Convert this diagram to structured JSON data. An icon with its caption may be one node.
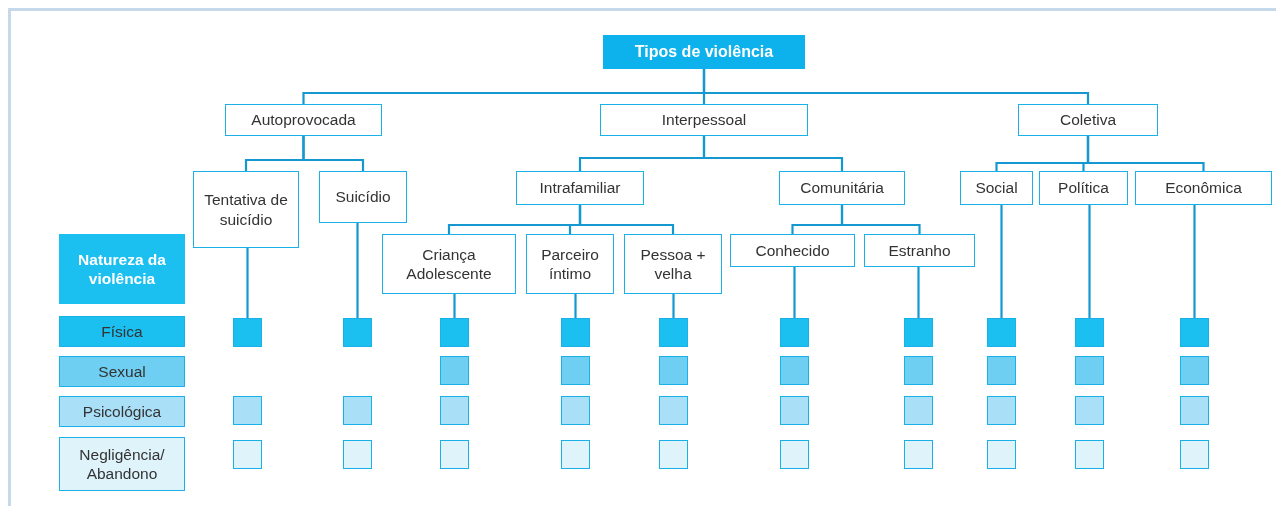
{
  "diagram": {
    "nodes": [
      {
        "text": [
          "Tipos de violência"
        ]
      },
      {
        "text": [
          "Autoprovocada"
        ]
      },
      {
        "text": [
          "Interpessoal"
        ]
      },
      {
        "text": [
          "Coletiva"
        ]
      },
      {
        "text": [
          "Tentativa de suicídio"
        ]
      },
      {
        "text": [
          "Suicídio"
        ]
      },
      {
        "text": [
          "Intrafamiliar"
        ]
      },
      {
        "text": [
          "Comunitária"
        ]
      },
      {
        "text": [
          "Social"
        ]
      },
      {
        "text": [
          "Política"
        ]
      },
      {
        "text": [
          "Econômica"
        ]
      },
      {
        "text": [
          "Criança Adolescente"
        ]
      },
      {
        "text": [
          "Parceiro íntimo"
        ]
      },
      {
        "text": [
          "Pessoa + velha"
        ]
      },
      {
        "text": [
          "Conhecido"
        ]
      },
      {
        "text": [
          "Estranho"
        ]
      },
      {
        "text": [
          "Natureza da violência"
        ]
      },
      {
        "text": [
          "Física"
        ]
      },
      {
        "text": [
          "Sexual"
        ]
      },
      {
        "text": [
          "Psicológica"
        ]
      },
      {
        "text": [
          "Negligência/ Abandono"
        ]
      },
      {
        "text": [],
        "shape": "box"
      },
      {
        "text": [],
        "shape": "box"
      },
      {
        "text": [],
        "shape": "box"
      },
      {
        "text": [],
        "shape": "box"
      },
      {
        "text": [],
        "shape": "box"
      },
      {
        "text": [],
        "shape": "box"
      },
      {
        "text": [],
        "shape": "box"
      },
      {
        "text": [],
        "shape": "box"
      },
      {
        "text": [],
        "shape": "box"
      },
      {
        "text": [],
        "shape": "box"
      },
      {
        "text": [],
        "shape": "box"
      },
      {
        "text": [],
        "shape": "box"
      },
      {
        "text": [],
        "shape": "box"
      },
      {
        "text": [],
        "shape": "box"
      },
      {
        "text": [],
        "shape": "box"
      },
      {
        "text": [],
        "shape": "box"
      },
      {
        "text": [],
        "shape": "box"
      },
      {
        "text": [],
        "shape": "box"
      },
      {
        "text": [],
        "shape": "box"
      },
      {
        "text": [],
        "shape": "box"
      },
      {
        "text": [],
        "shape": "box"
      },
      {
        "text": [],
        "shape": "box"
      },
      {
        "text": [],
        "shape": "box"
      },
      {
        "text": [],
        "shape": "box"
      },
      {
        "text": [],
        "shape": "box"
      },
      {
        "text": [],
        "shape": "box"
      },
      {
        "text": [],
        "shape": "box"
      },
      {
        "text": [],
        "shape": "box"
      },
      {
        "text": [],
        "shape": "box"
      },
      {
        "text": [],
        "shape": "box"
      },
      {
        "text": [],
        "shape": "box"
      },
      {
        "text": [],
        "shape": "box"
      },
      {
        "text": [],
        "shape": "box"
      },
      {
        "text": [],
        "shape": "box"
      },
      {
        "text": [],
        "shape": "box"
      },
      {
        "text": [],
        "shape": "box"
      },
      {
        "text": [],
        "shape": "box"
      },
      {
        "text": [],
        "shape": "box"
      }
    ],
    "edges": [
      {
        "from": 0,
        "to": 1,
        "arrow": "none"
      },
      {
        "from": 0,
        "to": 2,
        "arrow": "none"
      },
      {
        "from": 0,
        "to": 3,
        "arrow": "none"
      },
      {
        "from": 1,
        "to": 4,
        "arrow": "none"
      },
      {
        "from": 1,
        "to": 5,
        "arrow": "none"
      },
      {
        "from": 2,
        "to": 6,
        "arrow": "none"
      },
      {
        "from": 2,
        "to": 7,
        "arrow": "none"
      },
      {
        "from": 3,
        "to": 8,
        "arrow": "none"
      },
      {
        "from": 3,
        "to": 9,
        "arrow": "none"
      },
      {
        "from": 3,
        "to": 10,
        "arrow": "none"
      },
      {
        "from": 6,
        "to": 11,
        "arrow": "none"
      },
      {
        "from": 6,
        "to": 12,
        "arrow": "none"
      },
      {
        "from": 6,
        "to": 13,
        "arrow": "none"
      },
      {
        "from": 7,
        "to": 14,
        "arrow": "none"
      },
      {
        "from": 7,
        "to": 15,
        "arrow": "none"
      },
      {
        "from": 4,
        "to": 21,
        "arrow": "none"
      },
      {
        "from": 5,
        "to": 22,
        "arrow": "none"
      },
      {
        "from": 11,
        "to": 23,
        "arrow": "none"
      },
      {
        "from": 12,
        "to": 24,
        "arrow": "none"
      },
      {
        "from": 13,
        "to": 25,
        "arrow": "none"
      },
      {
        "from": 14,
        "to": 26,
        "arrow": "none"
      },
      {
        "from": 15,
        "to": 27,
        "arrow": "none"
      },
      {
        "from": 8,
        "to": 28,
        "arrow": "none"
      },
      {
        "from": 9,
        "to": 29,
        "arrow": "none"
      },
      {
        "from": 10,
        "to": 30,
        "arrow": "none"
      }
    ]
  }
}
